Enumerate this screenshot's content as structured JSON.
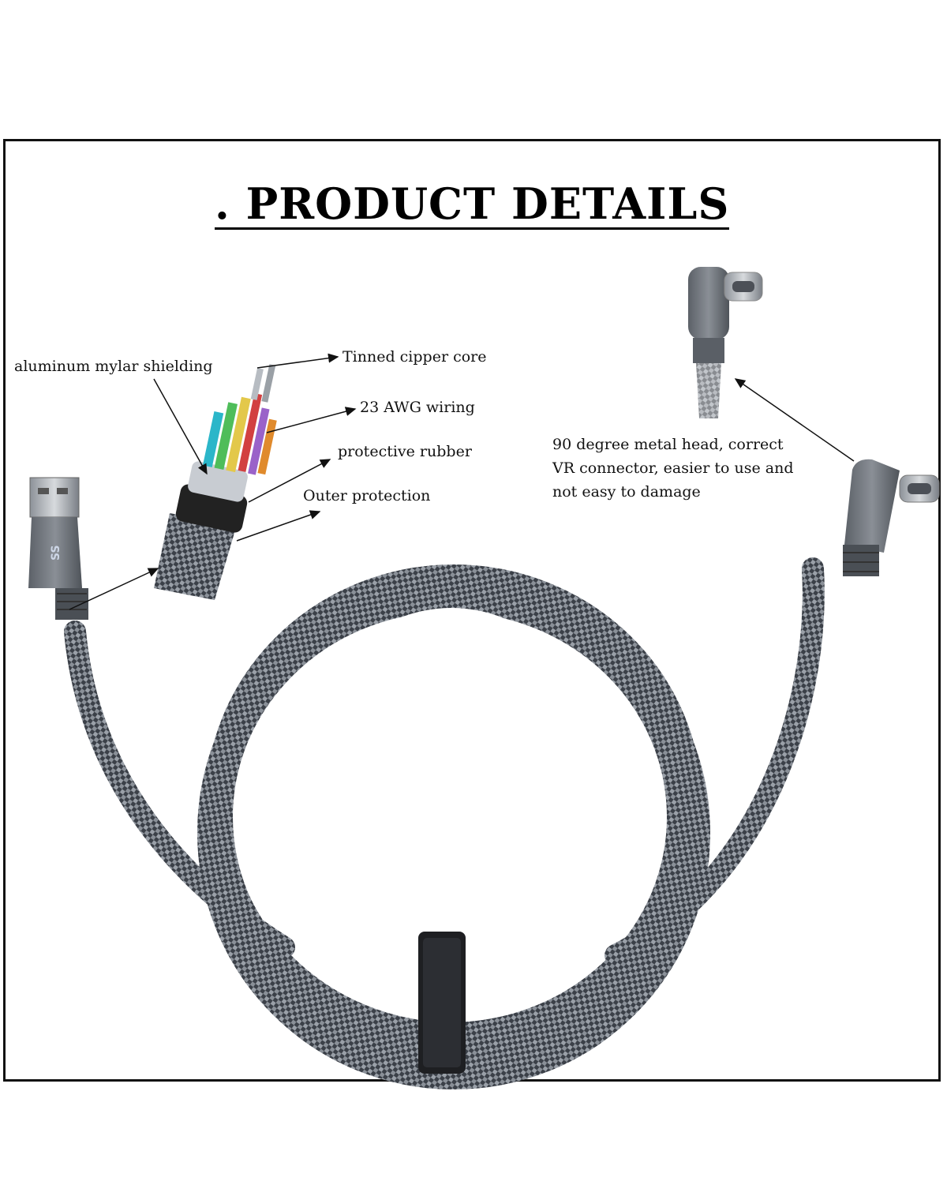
{
  "title": ". PRODUCT DETAILS",
  "labels": {
    "shielding": "aluminum mylar shielding",
    "core": "Tinned cipper core",
    "wiring": "23 AWG wiring",
    "rubber": "protective rubber",
    "outer": "Outer protection"
  },
  "head_note": {
    "line1": "90 degree metal head, correct",
    "line2": "VR connector, easier to use and",
    "line3": "not easy to damage"
  },
  "usb_logo": "SS",
  "colors": {
    "braid_dark": "#3b4048",
    "braid_light": "#9aa0a8",
    "connector": "#6b7077",
    "strap": "#1e1f22"
  }
}
